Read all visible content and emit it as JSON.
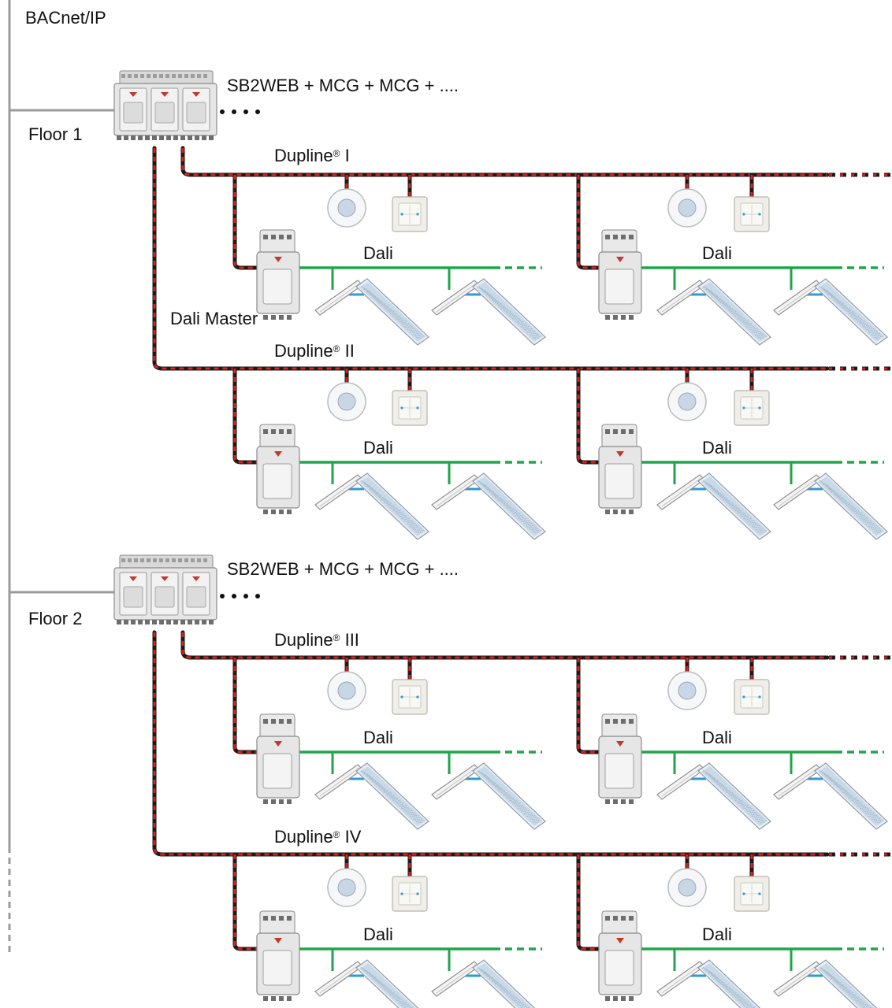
{
  "network_label": "BACnet/IP",
  "floors": [
    {
      "floor_label": "Floor 1",
      "gateway_label": "SB2WEB + MCG + MCG + ....",
      "lines": [
        {
          "bus_name": "Dupline",
          "bus_mark": "®",
          "bus_numeral": "I",
          "segments": [
            "Dali",
            "Dali"
          ]
        },
        {
          "bus_name": "Dupline",
          "bus_mark": "®",
          "bus_numeral": "II",
          "segments": [
            "Dali",
            "Dali"
          ]
        }
      ]
    },
    {
      "floor_label": "Floor 2",
      "gateway_label": "SB2WEB + MCG + MCG + ....",
      "lines": [
        {
          "bus_name": "Dupline",
          "bus_mark": "®",
          "bus_numeral": "III",
          "segments": [
            "Dali",
            "Dali"
          ]
        },
        {
          "bus_name": "Dupline",
          "bus_mark": "®",
          "bus_numeral": "IV",
          "segments": [
            "Dali",
            "Dali"
          ]
        }
      ]
    }
  ],
  "master_label": "Dali Master",
  "colors": {
    "backbone": "#9b9b9b",
    "dupline_red": "#d8201c",
    "dupline_black": "#1a1a1a",
    "dali_green": "#1fa64a",
    "dali_blue": "#2f9ad8",
    "device_body": "#e6e6e6",
    "device_edge": "#8a8a8a"
  },
  "icons": {
    "gateway": "din-rail-gateway-icon",
    "dali_master": "dali-master-module-icon",
    "sensor": "ceiling-pir-sensor-icon",
    "switch": "wall-switch-icon",
    "driver": "led-driver-icon",
    "luminaire": "led-luminaire-icon"
  }
}
